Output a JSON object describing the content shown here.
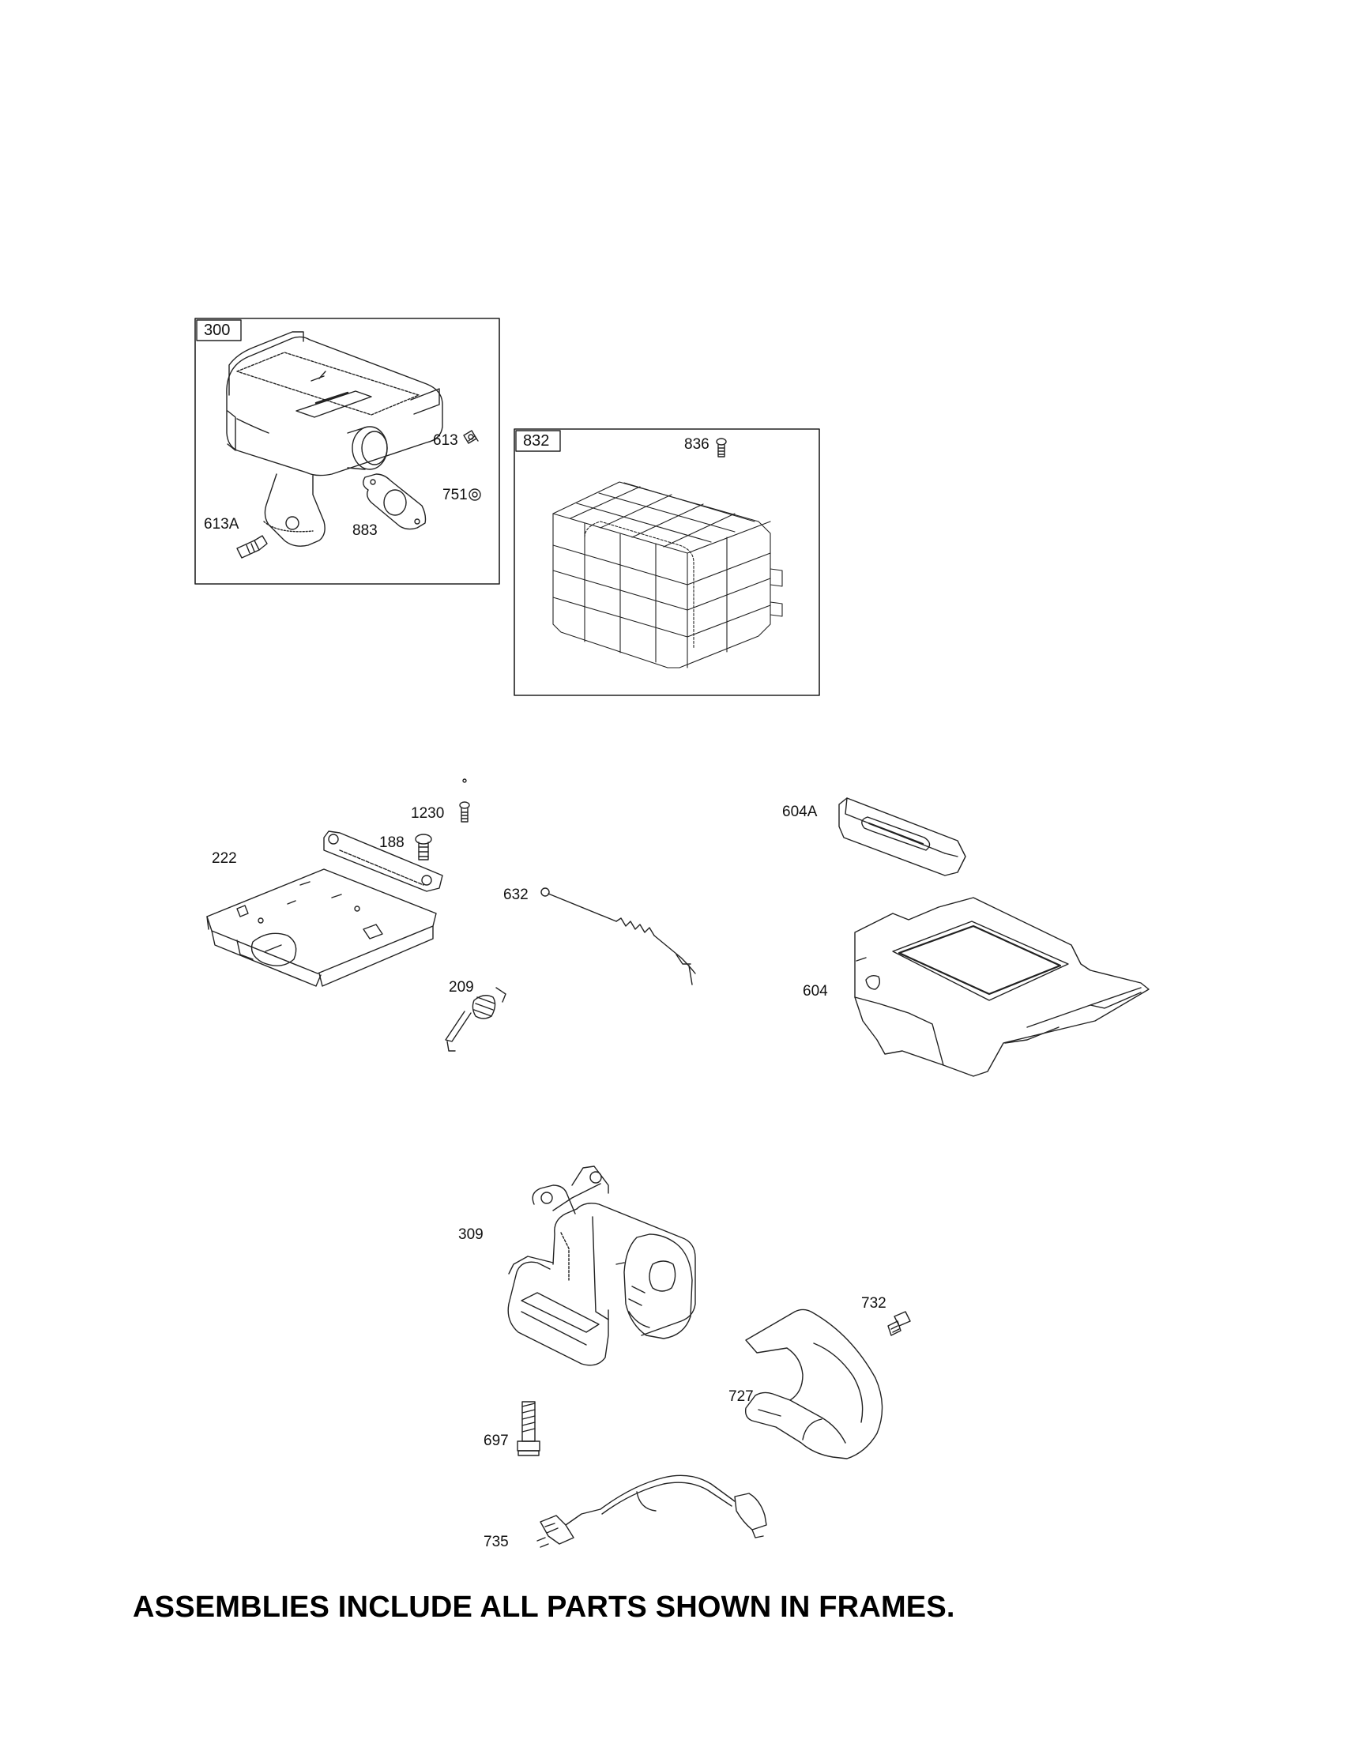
{
  "frames": {
    "muffler_assembly": "300",
    "muffler_guard_assembly": "832"
  },
  "callouts": {
    "p613": "613",
    "p751": "751",
    "p613A": "613A",
    "p883": "883",
    "p836": "836",
    "p1230": "1230",
    "p188": "188",
    "p222": "222",
    "p632": "632",
    "p209": "209",
    "p604A": "604A",
    "p604": "604",
    "p309": "309",
    "p732": "732",
    "p727": "727",
    "p697": "697",
    "p735": "735"
  },
  "footer": {
    "note": "ASSEMBLIES INCLUDE ALL PARTS SHOWN IN FRAMES."
  }
}
